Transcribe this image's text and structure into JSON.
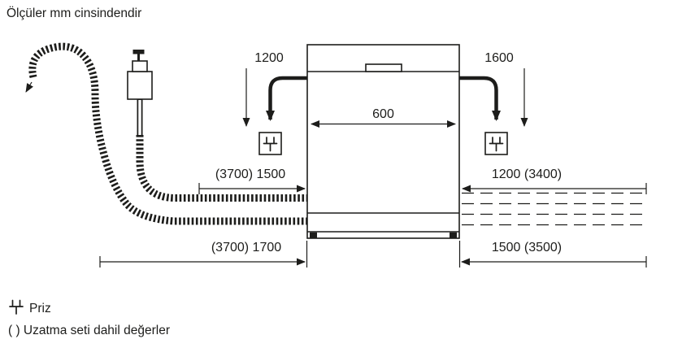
{
  "title": "Ölçüler mm cinsindendir",
  "dimensions": {
    "cord_left": "1200",
    "cord_right": "1600",
    "appliance_width": "600",
    "upper_left": "(3700) 1500",
    "upper_right": "1200 (3400)",
    "lower_left": "(3700) 1700",
    "lower_right": "1500 (3500)"
  },
  "legend": {
    "socket": "Priz",
    "note": "( ) Uzatma seti dahil değerler"
  },
  "icons": {
    "socket": "plug-icon",
    "drain": "drain-hose",
    "inlet": "inlet-hose",
    "tap": "tap-valve"
  },
  "colors": {
    "line": "#1d1d1b",
    "background": "#ffffff"
  }
}
